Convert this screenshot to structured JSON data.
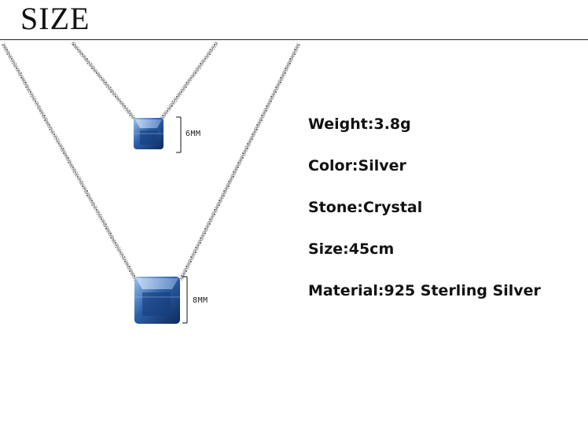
{
  "header": {
    "title": "SIZE"
  },
  "dimensions": {
    "small": "6MM",
    "large": "8MM"
  },
  "specs": [
    "Weight:3.8g",
    "Color:Silver",
    "Stone:Crystal",
    "Size:45cm",
    "Material:925 Sterling Silver"
  ],
  "colors": {
    "chain": "#8a8a8a",
    "crystal": "#2c5fa8",
    "rule": "#222222"
  }
}
